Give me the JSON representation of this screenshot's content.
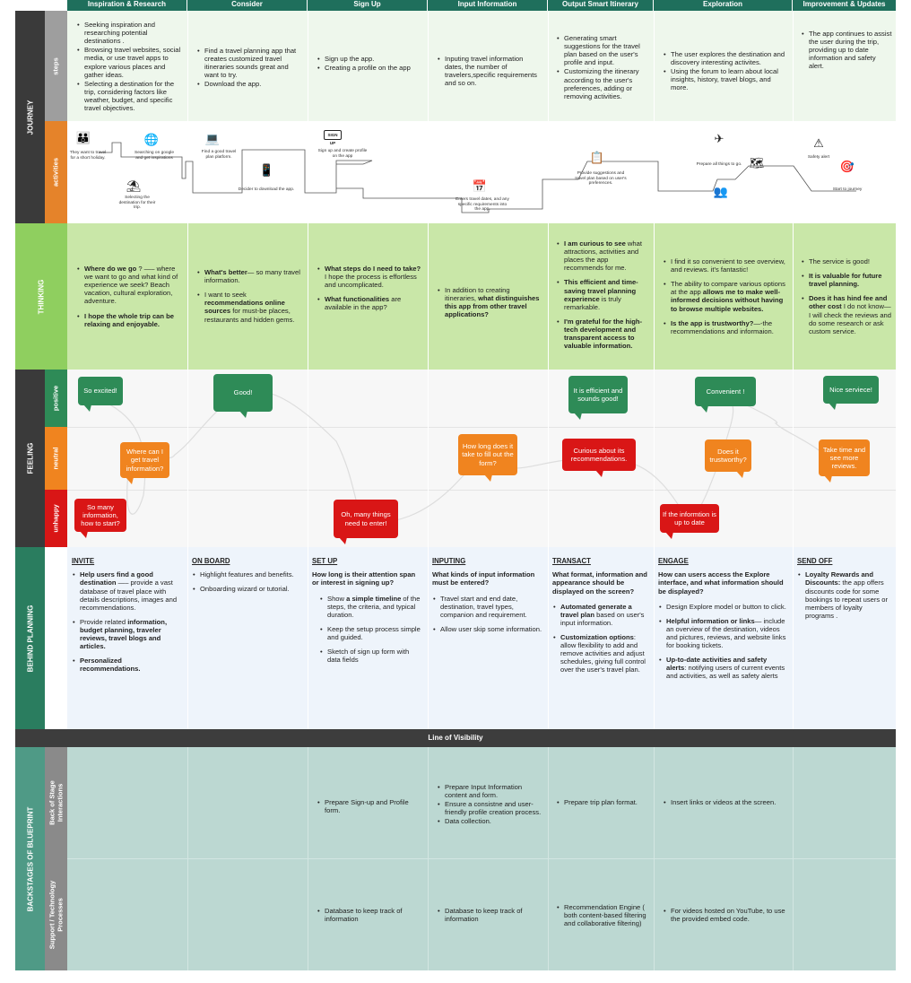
{
  "stages": [
    "Inspiration & Research",
    "Consider",
    "Sign Up",
    "Input Information",
    "Output Smart Itinerary",
    "Exploration",
    "Improvement & Updates"
  ],
  "sections": {
    "journey": "JOURNEY",
    "thinking": "THINKING",
    "feeling": "FEELING",
    "behind": "BEHIND PLANNING",
    "backstage": "BACKSTAGES OF BLUEPRINT"
  },
  "subrows": {
    "steps": "steps",
    "activities": "activities",
    "positive": "positive",
    "neutral": "neutral",
    "unhappy": "unhappy",
    "back_stage": "Back of Stage Interactions",
    "support": "Support / Technology Processes"
  },
  "steps": [
    [
      "Seeking inspiration and researching potential destinations .",
      "Browsing travel websites, social media, or use travel apps to explore various places and gather ideas.",
      "Selecting a destination for the trip, considering factors like weather, budget, and specific travel objectives."
    ],
    [
      "Find a travel planning app that creates customized travel itineraries sounds great and want to try.",
      "Download the app."
    ],
    [
      "Sign up the app.",
      "Creating a profile on the app"
    ],
    [
      "Inputing travel information dates, the number of travelers,specific requirements and so on."
    ],
    [
      "Generating smart suggestions for the travel plan based on the user's profile and input.",
      "Customizing the itinerary according to the user's preferences, adding or removing activities."
    ],
    [
      "The user explores the destination and discovery interesting activites.",
      "Using the forum to learn about local insights, history, travel blogs, and more."
    ],
    [
      "The app continues to assist the user during the trip, providing up to date information and safety alert."
    ]
  ],
  "activities": {
    "a1": "They want to travel for a short holiday.",
    "a2": "Searching on google and get inspirations",
    "a3": "Selecting the destination for their trip.",
    "a4": "Find a good travel plan platform.",
    "a5": "Decider to download the app.",
    "a6": "Sign up and create profile on the app",
    "a7": "Enters travel dates, and any specific requirements into the app.",
    "a8": "Provide suggestions and travel plan based on user's preferences.",
    "a9": "Prepare all things to go.",
    "a10": "Safety alert",
    "a11": "Start to journey",
    "signup_icon": "SIGN UP"
  },
  "thinking": [
    [
      {
        "b": "Where do we go",
        "t": " ? —– where we want to go and what kind of experience we seek? Beach vacation, cultural exploration, adventure."
      },
      {
        "b": "I hope the whole trip can be relaxing and enjoyable.",
        "t": ""
      }
    ],
    [
      {
        "b": "What's better",
        "t": "— so many travel information."
      },
      {
        "b": "",
        "t": "I want to seek ",
        "b2": "recommendations online sources",
        "t2": " for must-be places, restaurants and hidden gems."
      }
    ],
    [
      {
        "b": "What steps do I need to take?",
        "t": " I hope the process is effortless and uncomplicated."
      },
      {
        "b": "What functionalities",
        "t": " are available in the app?"
      }
    ],
    [
      {
        "b": "",
        "t": "In addition to creating itineraries, ",
        "b2": "what distinguishes this app from other travel applications?",
        "t2": ""
      }
    ],
    [
      {
        "b": "I am curious to see",
        "t": " what attractions, activities and places the app recommends for me."
      },
      {
        "b": "This efficient and time-saving travel planning experience",
        "t": " is truly remarkable."
      },
      {
        "b": "I'm grateful for the high-tech development and transparent access to valuable information.",
        "t": ""
      }
    ],
    [
      {
        "b": "",
        "t": "I find it so convenient to see overview, and reviews. it's fantastic!"
      },
      {
        "b": "",
        "t": "The ability to compare various options at the app ",
        "b2": "allows me to make well-informed decisions without having to browse multiple websites.",
        "t2": ""
      },
      {
        "b": "Is the app is trustworthy?",
        "t": "—-the recommendations and informaion."
      }
    ],
    [
      {
        "b": "",
        "t": "The service is good!"
      },
      {
        "b": "It is valuable for future travel planning.",
        "t": ""
      },
      {
        "b": "Does it has hind fee and other cost",
        "t": " I do not know— I will check the reviews and do some research or ask custom service."
      }
    ]
  ],
  "feelings": {
    "f1": "So excited!",
    "f2": "Where can I get travel information?",
    "f3": "So many information, how to start?",
    "f4": "Good!",
    "f5": "Oh, many things need to enter!",
    "f6": "How long does it take to fill out the form?",
    "f7": "It is efficient and sounds good!",
    "f8": "Curious about its recommendations.",
    "f9": "Convenient !",
    "f10": "Does it trustworthy?",
    "f11": "If the informtion is up to date",
    "f12": "Nice serviece!",
    "f13": "Take time and see more reviews."
  },
  "behind": [
    {
      "head": "INVITE",
      "q": "",
      "items": [
        {
          "b": "Help users find a good destination",
          "t": " —– provide a vast database of travel place with details descriptions, images and recommendations."
        },
        {
          "t": "Provide related ",
          "b": "information, budget planning, traveler reviews, travel blogs and articles."
        },
        {
          "b": "Personalized recommendations.",
          "t": ""
        }
      ]
    },
    {
      "head": "ON BOARD",
      "q": "",
      "items": [
        {
          "t": "Highlight features and benefits."
        },
        {
          "t": "Onboarding wizard or tutorial."
        }
      ]
    },
    {
      "head": "SET UP",
      "q": "How long is their attention span or interest in signing up?",
      "items": [
        {
          "t": "Show ",
          "b": "a simple timeline",
          "t2": " of the steps, the criteria, and typical duration."
        },
        {
          "t": "Keep the setup process simple and guided."
        },
        {
          "t": "Sketch of sign up form with data fields"
        }
      ]
    },
    {
      "head": "INPUTING",
      "q": "What kinds of input information must be entered?",
      "items": [
        {
          "t": "Travel start and end date, destination, travel types, companion and requirement."
        },
        {
          "t": "Allow user skip some information."
        }
      ]
    },
    {
      "head": "TRANSACT",
      "q": "What format, information and appearance should be displayed on the screen?",
      "items": [
        {
          "b": "Automated generate a travel plan",
          "t": " based on user's input information."
        },
        {
          "b": "Customization options",
          "t": ": allow flexibility to add and remove activities and adjust schedules, giving full control over the user's travel plan."
        }
      ]
    },
    {
      "head": "ENGAGE",
      "q": "How can users access the Explore interface, and what information should be displayed?",
      "items": [
        {
          "t": "Design Explore model or button to click."
        },
        {
          "b": "Helpful information or links",
          "t": "— include an overview of the destination, videos and pictures, reviews, and website links for booking tickets."
        },
        {
          "b": "Up-to-date activities and safety alerts",
          "t": ": notifying users of current events and activities, as well as safety alerts"
        }
      ]
    },
    {
      "head": "SEND OFF",
      "q": "",
      "items": [
        {
          "b": "Loyalty Rewards and Discounts:",
          "t": " the app offers discounts code for some bookings to repeat users or members of loyalty programs ."
        }
      ]
    }
  ],
  "visibility": "Line of Visibility",
  "backstage": [
    "",
    "Prepare Sign-up and Profile form.",
    [
      "Prepare Input Information content and form.",
      "Ensure a consistne and user-friendly profile creation process.",
      "Data collection."
    ],
    "Prepare trip plan format.",
    "Insert links or videos at the screen.",
    ""
  ],
  "support": [
    "",
    "Database to keep track of information",
    "Database to keep track of information",
    "Recommendation Engine ( both content-based filtering and collaborative filtering)",
    "For videos hosted on YouTube, to use the provided embed code.",
    ""
  ],
  "colors": {
    "header": "#1f6f5c",
    "journey": "#3a3a3a",
    "steps_bg": "#eef7ec",
    "thinking": "#c9e7a8",
    "feeling_bg": "#f7f7f7",
    "behind": "#2a7d5f",
    "behind_bg": "#eef4fb",
    "backstage": "#bcd8d2",
    "sidebar_back": "#4f9a86"
  }
}
